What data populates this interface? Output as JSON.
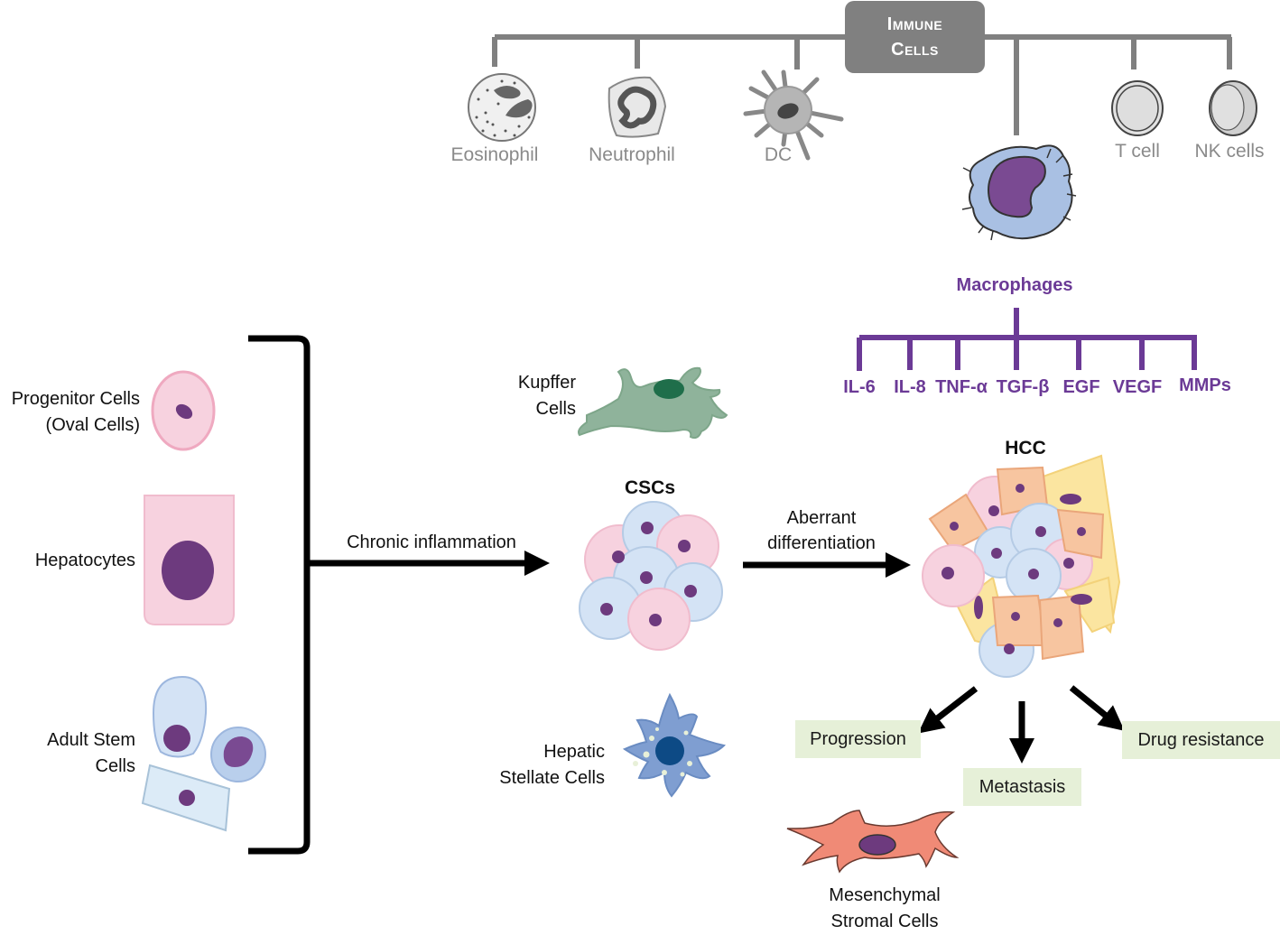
{
  "immune": {
    "title_line1": "Immune",
    "title_line2": "Cells",
    "cells": [
      {
        "label": "Eosinophil"
      },
      {
        "label": "Neutrophil"
      },
      {
        "label": "DC"
      },
      {
        "label": "T cell"
      },
      {
        "label": "NK cells"
      }
    ]
  },
  "macrophages": {
    "label": "Macrophages",
    "factors": [
      "IL-6",
      "IL-8",
      "TNF-α",
      "TGF-β",
      "EGF",
      "VEGF",
      "MMPs"
    ]
  },
  "origins": [
    {
      "label_line1": "Progenitor Cells",
      "label_line2": "(Oval Cells)"
    },
    {
      "label_line1": "Hepatocytes",
      "label_line2": ""
    },
    {
      "label_line1": "Adult Stem",
      "label_line2": "Cells"
    }
  ],
  "arrows": {
    "chronic": "Chronic inflammation",
    "aberrant_line1": "Aberrant",
    "aberrant_line2": "differentiation"
  },
  "niche": {
    "kupffer_line1": "Kupffer",
    "kupffer_line2": "Cells",
    "stellate_line1": "Hepatic",
    "stellate_line2": "Stellate Cells",
    "msc_line1": "Mesenchymal",
    "msc_line2": "Stromal Cells"
  },
  "cscs": {
    "label": "CSCs"
  },
  "hcc": {
    "label": "HCC"
  },
  "outcomes": [
    "Progression",
    "Metastasis",
    "Drug resistance"
  ],
  "colors": {
    "immune_gray": "#808080",
    "macrophage_purple": "#6b3a96",
    "outcome_bg": "#e6f0d8",
    "nucleus": "#6d3a7e"
  }
}
